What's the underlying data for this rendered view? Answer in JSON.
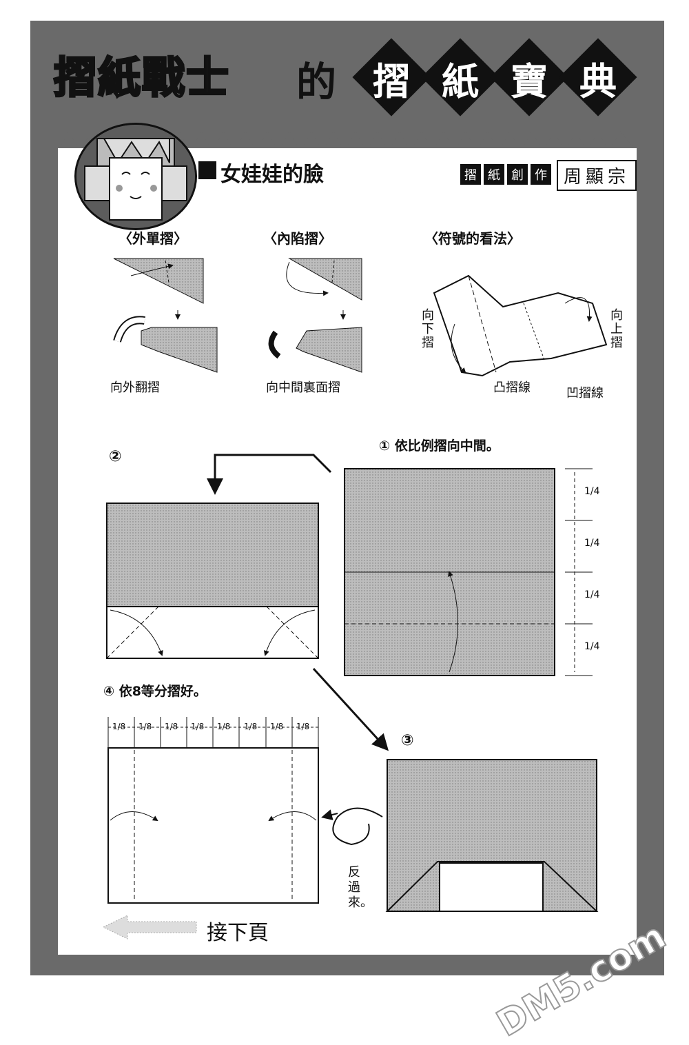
{
  "header": {
    "series_title": "摺紙戰士",
    "particle": "的",
    "subtitle_chars": [
      "摺",
      "紙",
      "寶",
      "典"
    ]
  },
  "section": {
    "title": "女娃娃的臉",
    "credit_label_chars": [
      "摺",
      "紙",
      "創",
      "作"
    ],
    "author": "周顯宗"
  },
  "legend": {
    "outside_reverse": {
      "heading": "〈外單摺〉",
      "caption": "向外翻摺"
    },
    "inside_reverse": {
      "heading": "〈內陷摺〉",
      "caption": "向中間裏面摺"
    },
    "symbols": {
      "heading": "〈符號的看法〉",
      "fold_down": "向下摺",
      "fold_up": "向上摺",
      "mountain_fold": "凸摺線",
      "valley_fold": "凹摺線"
    }
  },
  "steps": {
    "step1": "① 依比例摺向中間。",
    "step2": "②",
    "step3": "③",
    "step4": "④ 依8等分摺好。",
    "turn_over": "反過來。",
    "quarter": "1/4",
    "eighth": "1/8"
  },
  "footer": {
    "next_page": "接下頁"
  },
  "watermark": "DM5.com"
}
